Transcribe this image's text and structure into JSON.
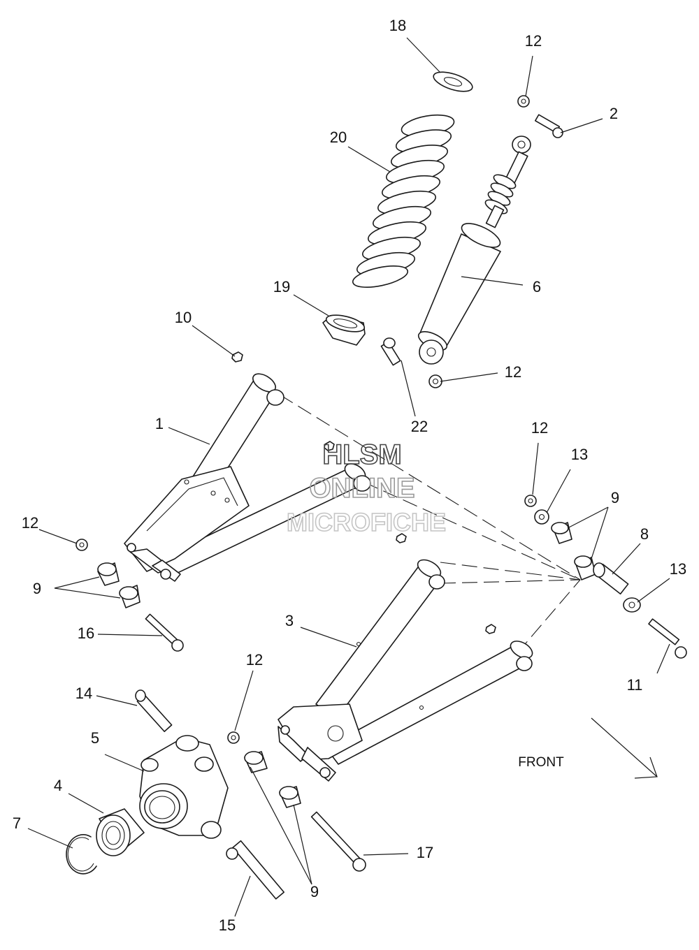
{
  "watermark": {
    "line1": "HLSM",
    "line2": "ONLINE",
    "line3": "MICROFICHE"
  },
  "front_label": "FRONT",
  "callouts": {
    "c1": "1",
    "c2": "2",
    "c3": "3",
    "c4": "4",
    "c5": "5",
    "c6": "6",
    "c7": "7",
    "c8": "8",
    "c9a": "9",
    "c9b": "9",
    "c9c": "9",
    "c10": "10",
    "c11": "11",
    "c12a": "12",
    "c12b": "12",
    "c12c": "12",
    "c12d": "12",
    "c12e": "12",
    "c13a": "13",
    "c13b": "13",
    "c14": "14",
    "c15": "15",
    "c16": "16",
    "c17": "17",
    "c18": "18",
    "c19": "19",
    "c20": "20",
    "c22": "22"
  }
}
